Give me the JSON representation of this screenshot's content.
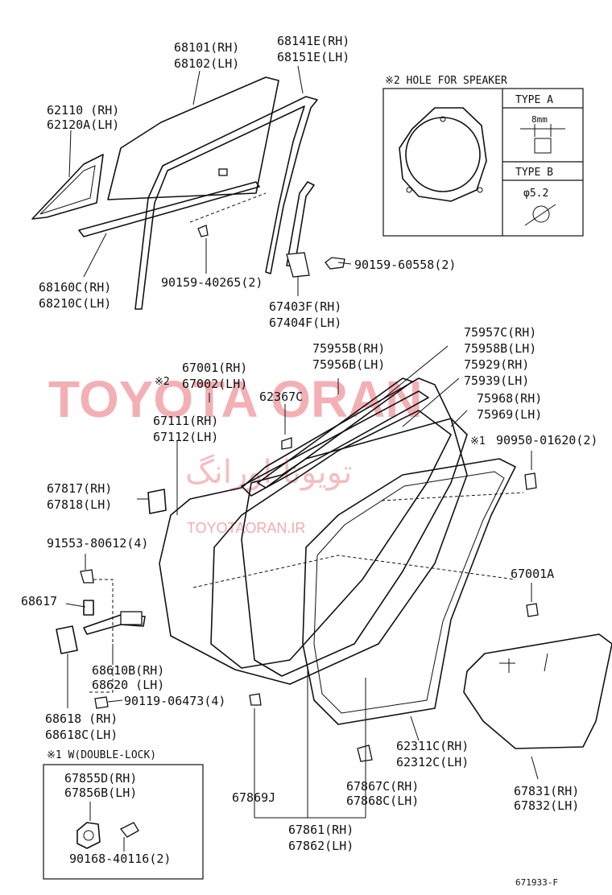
{
  "watermark": {
    "main": "TOYOTA ORAN",
    "secondary": "TOYOTAORAN.IR",
    "persian": "تویوتا اورانگ"
  },
  "speaker_box": {
    "title": "※2 HOLE FOR SPEAKER",
    "type_a": "TYPE A",
    "type_a_dim": "8mm",
    "type_b": "TYPE B",
    "type_b_dim": "φ5.2"
  },
  "labels": {
    "p68101": [
      "68101(RH)",
      "68102(LH)"
    ],
    "p68141": [
      "68141E(RH)",
      "68151E(LH)"
    ],
    "p62110": [
      "62110  (RH)",
      "62120A(LH)"
    ],
    "p68160": [
      "68160C(RH)",
      "68210C(LH)"
    ],
    "p90159_40265": "90159-40265(2)",
    "p90159_60558": "90159-60558(2)",
    "p67403": [
      "67403F(RH)",
      "67404F(LH)"
    ],
    "p75957": [
      "75957C(RH)",
      "75958B(LH)"
    ],
    "p75955": [
      "75955B(RH)",
      "75956B(LH)"
    ],
    "p75929": [
      "75929(RH)",
      "75939(LH)"
    ],
    "p67001": [
      "67001(RH)",
      "67002(LH)"
    ],
    "mark2": "※2",
    "p62367": "62367C",
    "p75968": [
      "75968(RH)",
      "75969(LH)"
    ],
    "p67111": [
      "67111(RH)",
      "67112(LH)"
    ],
    "mark1": "※1",
    "p90950": "90950-01620(2)",
    "p67817": [
      "67817(RH)",
      "67818(LH)"
    ],
    "p91553": "91553-80612(4)",
    "p67001A": "67001A",
    "p68617": "68617",
    "p68610": [
      "68610B(RH)",
      "68620  (LH)"
    ],
    "p90119": "90119-06473(4)",
    "p68618": [
      "68618  (RH)",
      "68618C(LH)"
    ],
    "p62311": [
      "62311C(RH)",
      "62312C(LH)"
    ],
    "p67867": [
      "67867C(RH)",
      "67868C(LH)"
    ],
    "p67869": "67869J",
    "p67831": [
      "67831(RH)",
      "67832(LH)"
    ],
    "p67861": [
      "67861(RH)",
      "67862(LH)"
    ]
  },
  "lock_box": {
    "title": "※1 W(DOUBLE-LOCK)",
    "p67855": [
      "67855D(RH)",
      "67856B(LH)"
    ],
    "p90168": "90168-40116(2)"
  },
  "figure_code": "671933-F"
}
